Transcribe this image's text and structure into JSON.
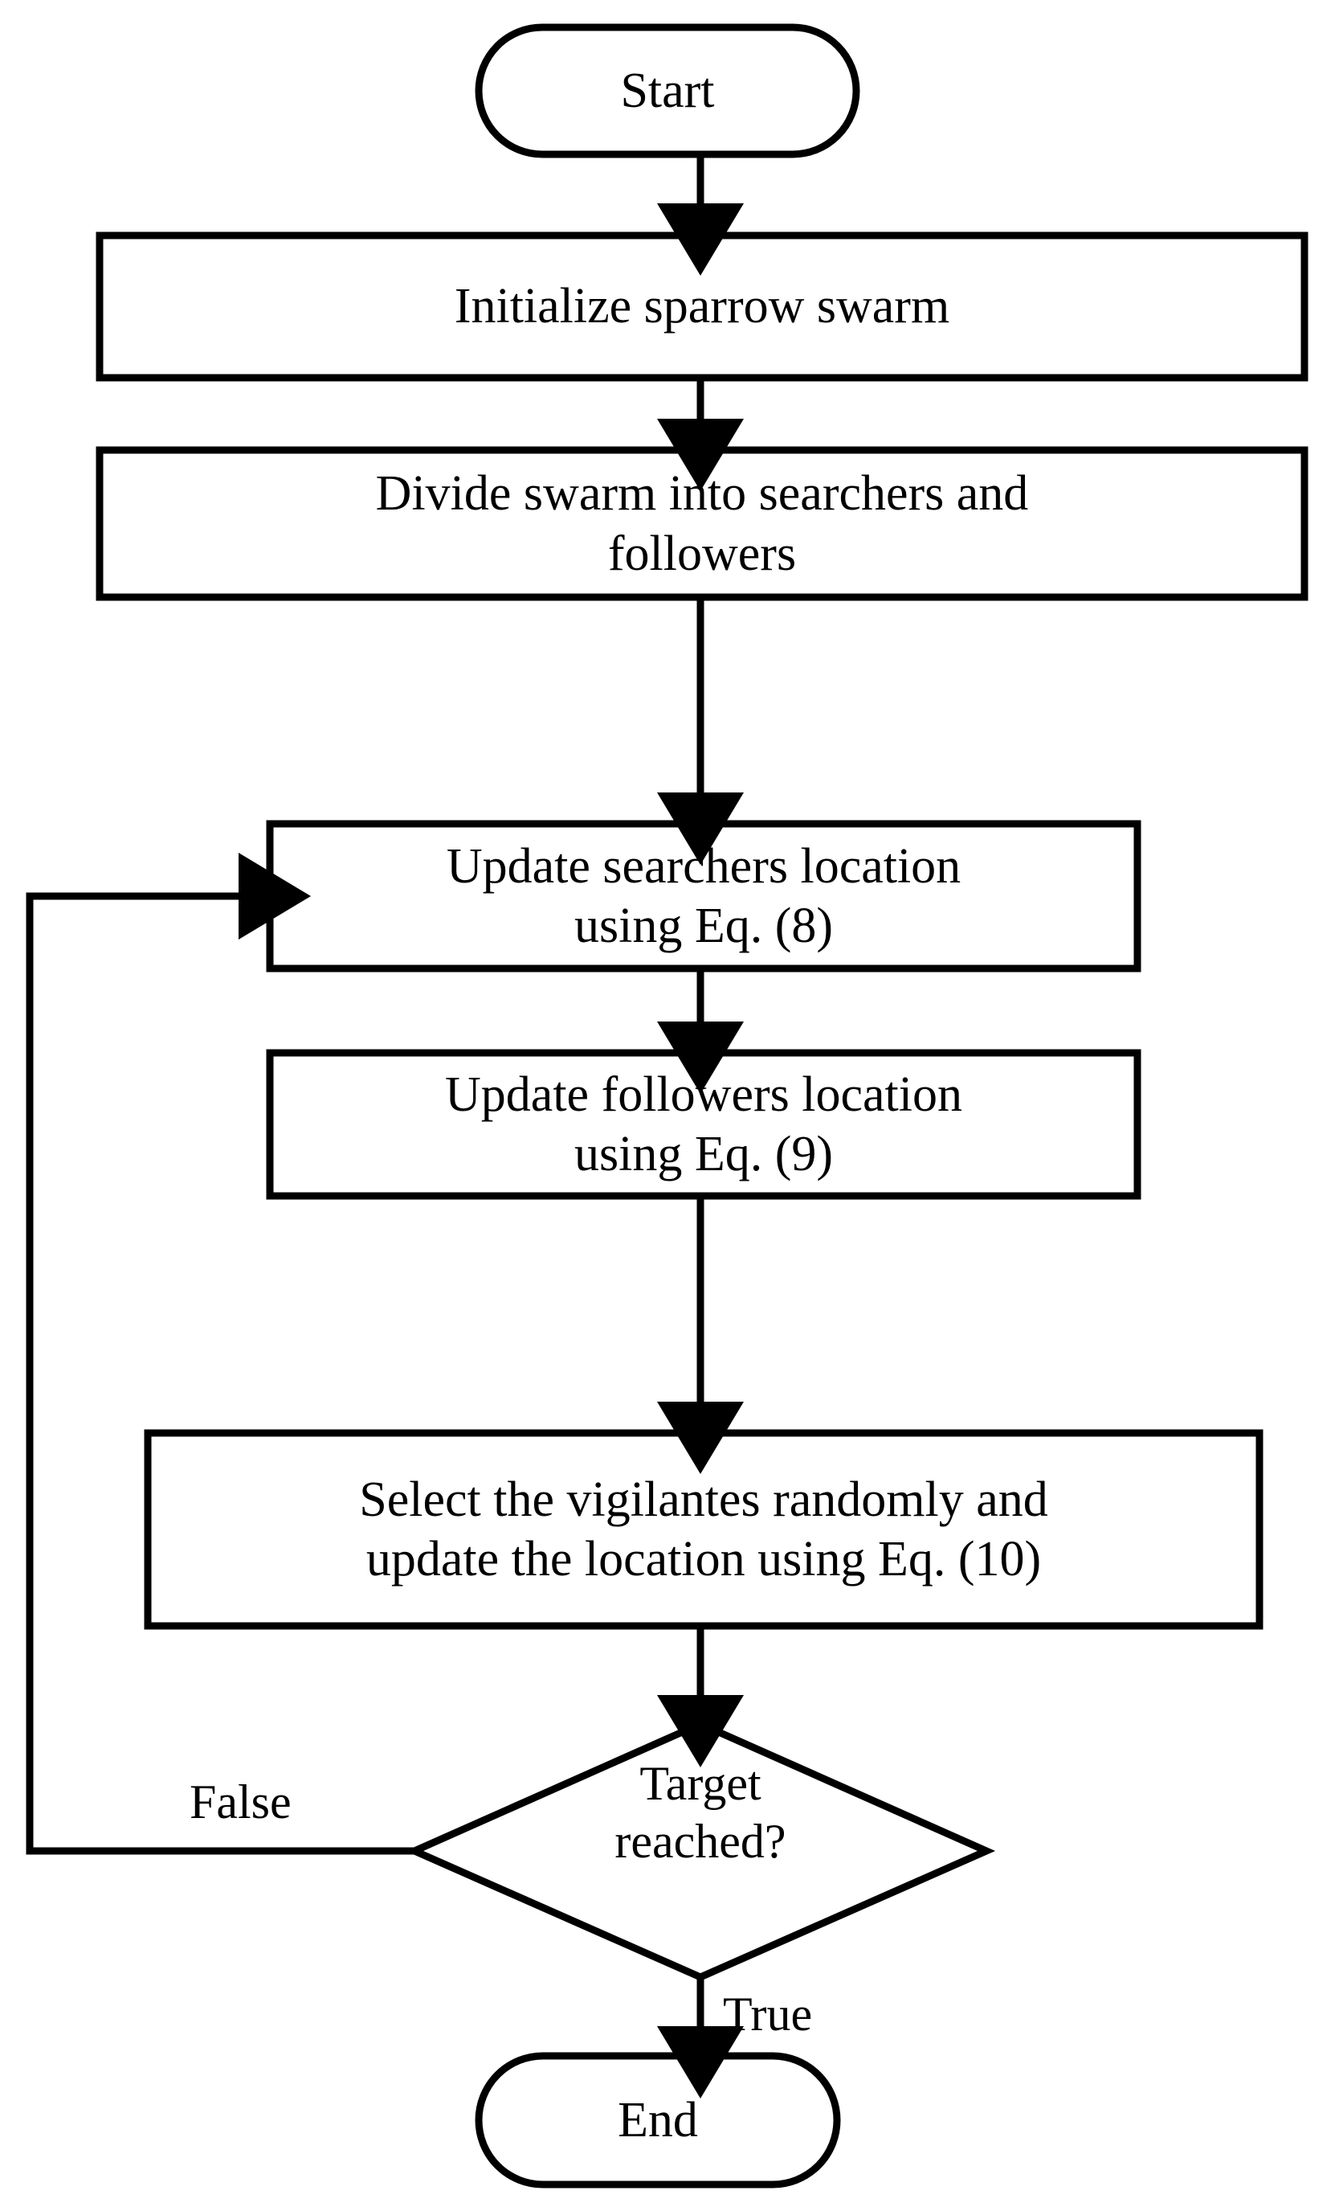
{
  "diagram": {
    "title": "Sparrow search algorithm flowchart",
    "type": "flowchart",
    "background_color": "#ffffff",
    "stroke_color": "#000000",
    "fill_color": "#ffffff"
  },
  "nodes": {
    "start": {
      "id": "start",
      "shape": "stadium",
      "label": "Start"
    },
    "init": {
      "id": "init",
      "shape": "rectangle",
      "label": "Initialize sparrow swarm"
    },
    "divide": {
      "id": "divide",
      "shape": "rectangle",
      "label": "Divide swarm into searchers and\nfollowers"
    },
    "update_searchers": {
      "id": "update_searchers",
      "shape": "rectangle",
      "label": "Update searchers location\nusing Eq. (8)"
    },
    "update_followers": {
      "id": "update_followers",
      "shape": "rectangle",
      "label": "Update followers location\nusing Eq. (9)"
    },
    "vigilantes": {
      "id": "vigilantes",
      "shape": "rectangle",
      "label": "Select the vigilantes randomly and\nupdate the location using Eq. (10)"
    },
    "decision": {
      "id": "decision",
      "shape": "diamond",
      "label": "Target\nreached?"
    },
    "end": {
      "id": "end",
      "shape": "stadium",
      "label": "End"
    }
  },
  "edges": [
    {
      "from": "start",
      "to": "init",
      "label": ""
    },
    {
      "from": "init",
      "to": "divide",
      "label": ""
    },
    {
      "from": "divide",
      "to": "update_searchers",
      "label": ""
    },
    {
      "from": "update_searchers",
      "to": "update_followers",
      "label": ""
    },
    {
      "from": "update_followers",
      "to": "vigilantes",
      "label": ""
    },
    {
      "from": "vigilantes",
      "to": "decision",
      "label": ""
    },
    {
      "from": "decision",
      "to": "update_searchers",
      "label": "False"
    },
    {
      "from": "decision",
      "to": "end",
      "label": "True"
    }
  ],
  "edge_labels": {
    "false_branch": "False",
    "true_branch": "True"
  }
}
